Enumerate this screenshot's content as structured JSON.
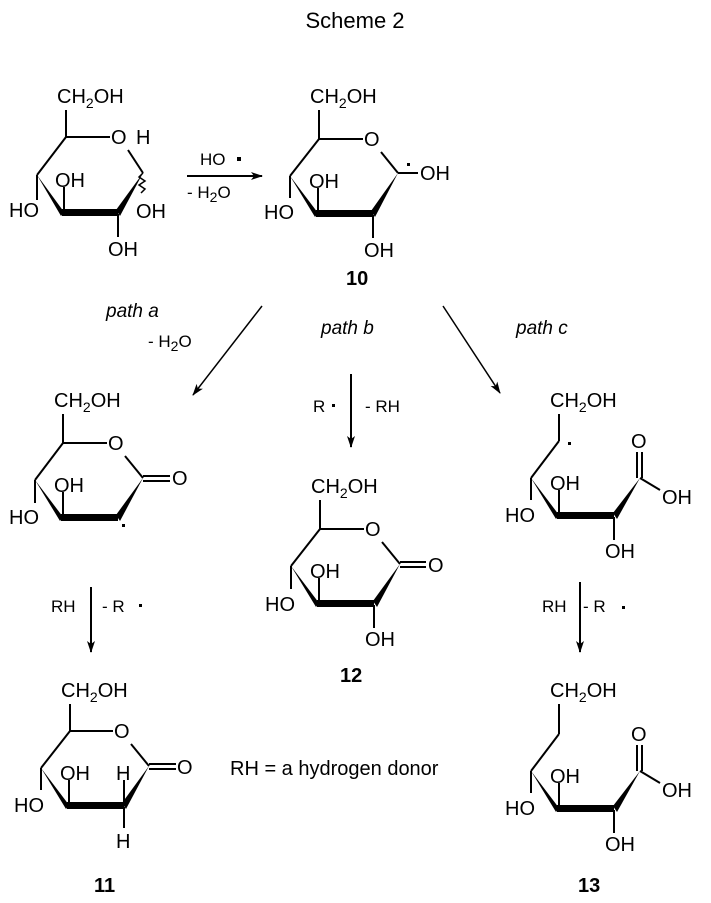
{
  "title": "Scheme 2",
  "labels": {
    "ch2oh": "CH",
    "sub2": "2",
    "oh_tail": "OH",
    "OH": "OH",
    "HO": "HO",
    "O": "O",
    "H": "H"
  },
  "arrows": {
    "step1": {
      "above": "HO",
      "below_prefix": "- H",
      "below_sub": "2",
      "below_suffix": "O"
    },
    "path_a": {
      "label": "path a",
      "reagent_prefix": "- H",
      "reagent_sub": "2",
      "reagent_suffix": "O"
    },
    "path_b": {
      "label": "path b",
      "left": "R",
      "right": "- RH"
    },
    "path_c": {
      "label": "path c"
    },
    "step_11": {
      "left": "RH",
      "right": "- R"
    },
    "step_13": {
      "left": "RH",
      "right": "- R"
    }
  },
  "compounds": {
    "c10": "10",
    "c11": "11",
    "c12": "12",
    "c13": "13"
  },
  "note": "RH = a hydrogen donor"
}
